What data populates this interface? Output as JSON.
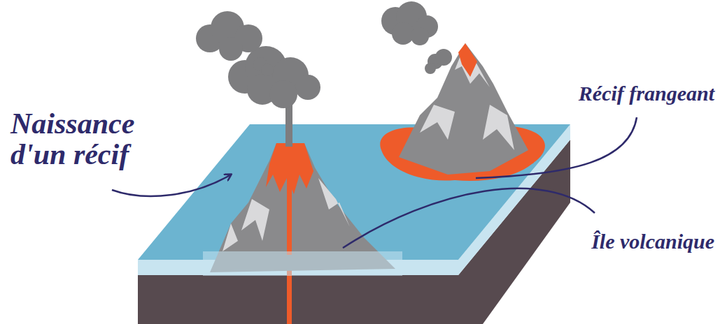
{
  "diagram": {
    "labels": [
      "Naissance d'un récif",
      "Récif frangeant",
      "Île volcanique"
    ]
  }
}
